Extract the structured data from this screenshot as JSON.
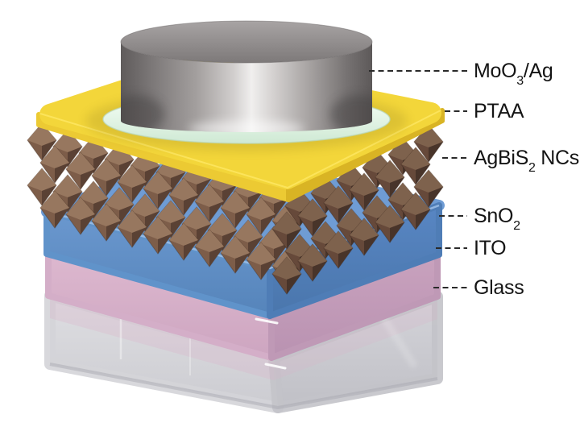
{
  "diagram": {
    "background": "#ffffff",
    "text_color": "#141414",
    "leader_line_color": "#2a2a2a",
    "labels": [
      {
        "pre": "MoO",
        "sub": "3",
        "post": "/Ag"
      },
      {
        "pre": "PTAA",
        "sub": "",
        "post": ""
      },
      {
        "pre": "AgBiS",
        "sub": "2",
        "post": " NCs"
      },
      {
        "pre": "SnO",
        "sub": "2",
        "post": ""
      },
      {
        "pre": "ITO",
        "sub": "",
        "post": ""
      },
      {
        "pre": "Glass",
        "sub": "",
        "post": ""
      }
    ],
    "layers": [
      {
        "name": "top-electrode-disc",
        "label_ref": 0,
        "color": "#b3afae"
      },
      {
        "name": "mint-interface-ring",
        "label_ref": -1,
        "color": "#dff2e2"
      },
      {
        "name": "ptaa-slab",
        "label_ref": 1,
        "color": "#f2d434"
      },
      {
        "name": "nanocrystal-film",
        "label_ref": 2,
        "color": "#7d5d49"
      },
      {
        "name": "sno2-slab",
        "label_ref": 3,
        "color": "#6f9cd4"
      },
      {
        "name": "ito-slab",
        "label_ref": 4,
        "color": "#d9b4cc"
      },
      {
        "name": "glass-substrate",
        "label_ref": 5,
        "color": "#d4d4d8"
      }
    ]
  }
}
